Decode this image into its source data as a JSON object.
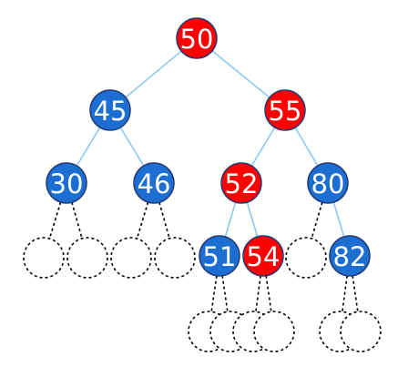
{
  "colors": {
    "red": "#ff0000",
    "blue": "#1c6fd1"
  },
  "tree": {
    "nodes": [
      {
        "id": "n50",
        "key": "50",
        "color": "red"
      },
      {
        "id": "n45",
        "key": "45",
        "color": "blue"
      },
      {
        "id": "n55",
        "key": "55",
        "color": "red"
      },
      {
        "id": "n30",
        "key": "30",
        "color": "blue"
      },
      {
        "id": "n46",
        "key": "46",
        "color": "blue"
      },
      {
        "id": "n52",
        "key": "52",
        "color": "red"
      },
      {
        "id": "n80",
        "key": "80",
        "color": "blue"
      },
      {
        "id": "n51",
        "key": "51",
        "color": "blue"
      },
      {
        "id": "n54",
        "key": "54",
        "color": "red"
      },
      {
        "id": "n82",
        "key": "82",
        "color": "blue"
      }
    ],
    "edges": [
      [
        "n50",
        "n45"
      ],
      [
        "n50",
        "n55"
      ],
      [
        "n45",
        "n30"
      ],
      [
        "n45",
        "n46"
      ],
      [
        "n55",
        "n52"
      ],
      [
        "n55",
        "n80"
      ],
      [
        "n52",
        "n51"
      ],
      [
        "n52",
        "n54"
      ],
      [
        "n80",
        "n82"
      ]
    ],
    "null_leaves": [
      {
        "id": "nil-30-l",
        "parent": "n30"
      },
      {
        "id": "nil-30-r",
        "parent": "n30"
      },
      {
        "id": "nil-46-l",
        "parent": "n46"
      },
      {
        "id": "nil-46-r",
        "parent": "n46"
      },
      {
        "id": "nil-80-l",
        "parent": "n80"
      },
      {
        "id": "nil-51-l",
        "parent": "n51"
      },
      {
        "id": "nil-51-r",
        "parent": "n51"
      },
      {
        "id": "nil-54-l",
        "parent": "n54"
      },
      {
        "id": "nil-54-r",
        "parent": "n54"
      },
      {
        "id": "nil-82-l",
        "parent": "n82"
      },
      {
        "id": "nil-82-r",
        "parent": "n82"
      }
    ]
  }
}
